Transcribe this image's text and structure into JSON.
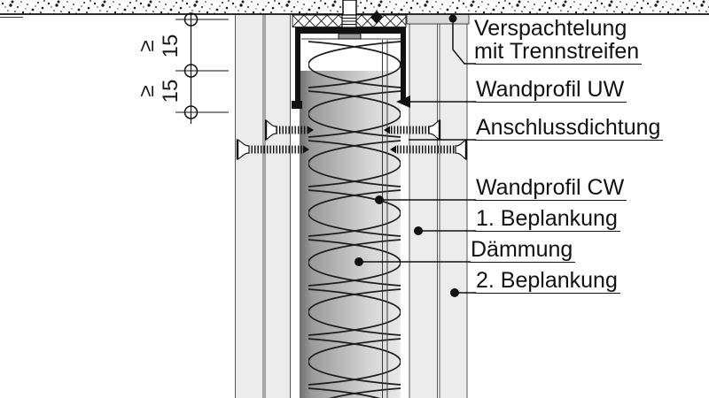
{
  "drawing_title": "",
  "labels": {
    "verspachtelung": {
      "line1": "Verspachtelung",
      "line2": "mit Trennstreifen"
    },
    "wandprofil_uw": "Wandprofil UW",
    "anschlussdichtung": "Anschlussdichtung",
    "wandprofil_cw": "Wandprofil CW",
    "beplankung_1": "1. Beplankung",
    "daemmung": "Dämmung",
    "beplankung_2": "2. Beplankung"
  },
  "dimensions": {
    "dim1": {
      "symbol": "≥",
      "value": "15"
    },
    "dim2": {
      "symbol": "≥",
      "value": "15"
    }
  },
  "colors": {
    "line": "#111111",
    "board_fill": "#ececec",
    "spackle_fill": "#d9d9d9",
    "cavity_dark": "#7a7a7a",
    "cavity_light": "#e9e9e9",
    "anchor_washer": "#999999"
  }
}
